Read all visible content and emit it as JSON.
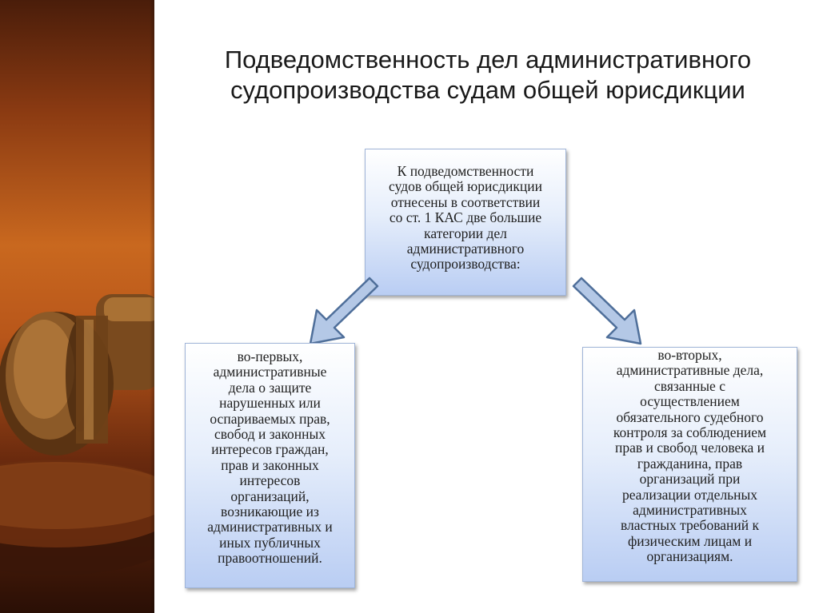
{
  "slide": {
    "title": "Подведомственность дел административного\nсудопроизводства судам общей юрисдикции"
  },
  "diagram": {
    "top_box": "К подведомственности\nсудов общей юрисдикции\nотнесены в соответствии\nсо ст. 1 КАС две большие\nкатегории дел\nадминистративного\nсудопроизводства:",
    "left_box": "во-первых,\nадминистративные\nдела о защите\nнарушенных или\nоспариваемых прав,\nсвобод и законных\nинтересов граждан,\nправ и законных\nинтересов\nорганизаций,\nвозникающие из\nадминистративных и\nиных публичных\nправоотношений.",
    "right_box": "во-вторых,\nадминистративные дела,\nсвязанные с\nосуществлением\nобязательного судебного\nконтроля за соблюдением\nправ и свобод человека и\nгражданина, прав\nорганизаций при\nреализации отдельных\nадминистративных\nвластных требований к\nфизическим лицам и\nорганизациям."
  },
  "colors": {
    "box_border": "#9fb4d8",
    "box_gradient_bottom": "#b9cdf3",
    "arrow_fill": "#b4c8e6",
    "arrow_stroke": "#4f6f9a"
  },
  "icons": {
    "side_image": "judge-gavel-photo"
  }
}
